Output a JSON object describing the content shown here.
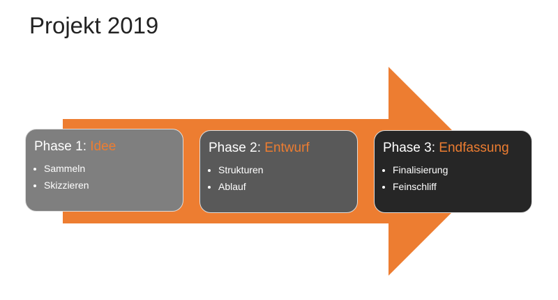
{
  "slide": {
    "title": "Projekt 2019"
  },
  "phases": [
    {
      "label": "Phase 1: ",
      "name": "Idee",
      "items": [
        "Sammeln",
        "Skizzieren"
      ]
    },
    {
      "label": "Phase 2: ",
      "name": "Entwurf",
      "items": [
        "Strukturen",
        "Ablauf"
      ]
    },
    {
      "label": "Phase 3: ",
      "name": "Endfassung",
      "items": [
        "Finalisierung",
        "Feinschliff"
      ]
    }
  ],
  "colors": {
    "accent": "#ed7d31",
    "phase1": "#7f7f7f",
    "phase2": "#595959",
    "phase3": "#262626"
  }
}
